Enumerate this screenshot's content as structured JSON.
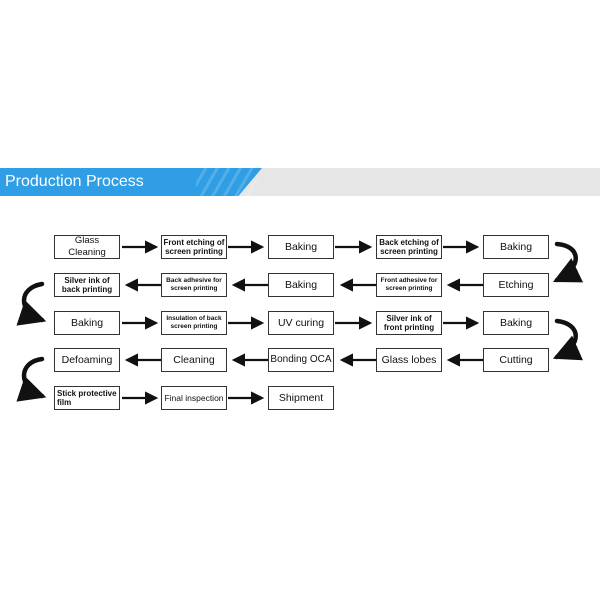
{
  "header": {
    "title": "Production Process",
    "accent": "#2f9ee4",
    "bar": "#e6e6e6"
  },
  "steps": [
    "Glass Cleaning",
    "Front etching of screen printing",
    "Baking",
    "Back etching of screen printing",
    "Baking",
    "Etching",
    "Front adhesive for screen printing",
    "Baking",
    "Back adhesive for screen printing",
    "Silver ink of back printing",
    "Baking",
    "Insulation of back screen printing",
    "UV curing",
    "Silver ink of front printing",
    "Baking",
    "Cutting",
    "Glass lobes",
    "Bonding OCA",
    "Cleaning",
    "Defoaming",
    "Stick protective film",
    "Final inspection",
    "Shipment"
  ]
}
